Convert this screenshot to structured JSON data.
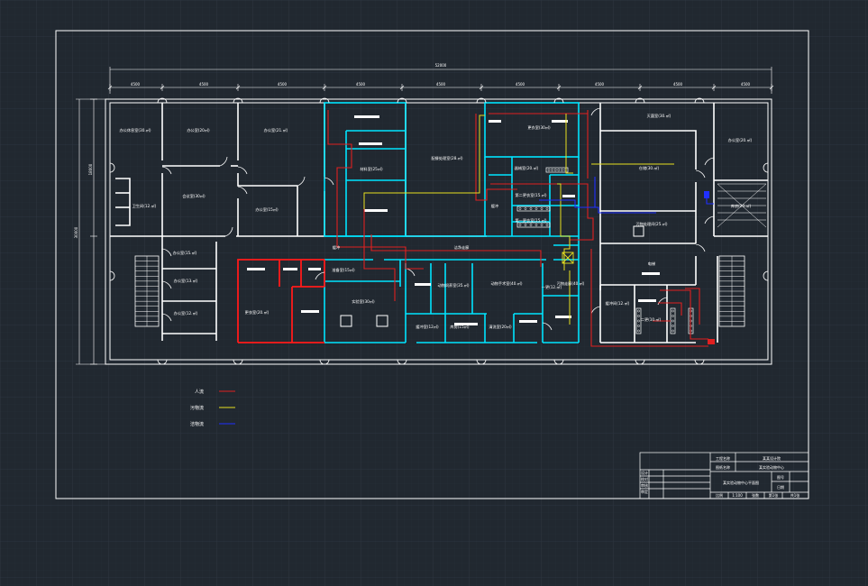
{
  "colors": {
    "background": "#212830",
    "grid": "#2c343e",
    "frame": "#ffffff",
    "wall_white": "#ffffff",
    "wall_cyan": "#00e5ff",
    "wall_red": "#ff1a1a",
    "route_red": "#e02020",
    "route_yellow": "#e8e020",
    "route_blue": "#2030ff"
  },
  "legend": {
    "items": [
      {
        "label": "人流",
        "color": "#e02020"
      },
      {
        "label": "污物流",
        "color": "#e8e020"
      },
      {
        "label": "洁物流",
        "color": "#2030ff"
      }
    ]
  },
  "plan": {
    "overall_dimension": "52000",
    "left_dimension": "30000",
    "left_sub_dimension": "18000",
    "dimensions_top": [
      "4500",
      "4500",
      "4500",
      "4500",
      "4500",
      "4500",
      "4500",
      "4500",
      "4500"
    ],
    "rooms": [
      {
        "id": "r1",
        "label": "办公休息室(30.㎡)"
      },
      {
        "id": "r2",
        "label": "办公室(20㎡)"
      },
      {
        "id": "r3",
        "label": "办公室(21.㎡)"
      },
      {
        "id": "r4",
        "label": "会议室(30㎡)"
      },
      {
        "id": "r5",
        "label": "卫生间(12.㎡)"
      },
      {
        "id": "r6",
        "label": "办公室(15㎡)"
      },
      {
        "id": "r7",
        "label": "配餐处理室(28.㎡)"
      },
      {
        "id": "r8",
        "label": "更衣室(30㎡)"
      },
      {
        "id": "r9",
        "label": "材料室(25㎡)"
      },
      {
        "id": "r10",
        "label": "器械室(20.㎡)"
      },
      {
        "id": "r11",
        "label": "办公室(15.㎡)"
      },
      {
        "id": "r12",
        "label": "办公室(13.㎡)"
      },
      {
        "id": "r13",
        "label": "办公室(12.㎡)"
      },
      {
        "id": "r14",
        "label": "第二更衣室(15.㎡)"
      },
      {
        "id": "r15",
        "label": "第一更衣室(15.㎡)"
      },
      {
        "id": "r16",
        "label": "缓冲"
      },
      {
        "id": "r17",
        "label": "洁净走廊"
      },
      {
        "id": "r18",
        "label": "缓冲"
      },
      {
        "id": "r19",
        "label": "准备室(15㎡)"
      },
      {
        "id": "r20",
        "label": "更衣室(20.㎡)"
      },
      {
        "id": "r21",
        "label": "实验室(30㎡)"
      },
      {
        "id": "r22",
        "label": "动物饲养室(35.㎡)"
      },
      {
        "id": "r23",
        "label": "动物手术室(40.㎡)"
      },
      {
        "id": "r24",
        "label": "缓冲室(12㎡)"
      },
      {
        "id": "r25",
        "label": "清洗室(20㎡)"
      },
      {
        "id": "r26",
        "label": "灭菌室(30.㎡)"
      },
      {
        "id": "r27",
        "label": "仓储(30.㎡)"
      },
      {
        "id": "r28",
        "label": "办公室(20.㎡)"
      },
      {
        "id": "r29",
        "label": "污物处理间(25.㎡)"
      },
      {
        "id": "r30",
        "label": "电梯"
      },
      {
        "id": "r31",
        "label": "库房(20.㎡)"
      },
      {
        "id": "r32",
        "label": "缓冲间(12.㎡)"
      },
      {
        "id": "r33",
        "label": "污物走廊(40.㎡)"
      },
      {
        "id": "r34",
        "label": "库房(15㎡)"
      },
      {
        "id": "r35",
        "label": "一更(12.㎡)"
      },
      {
        "id": "r36",
        "label": "二更(10.㎡)"
      }
    ]
  },
  "title_block": {
    "company": "某某设计院",
    "project_label": "工程名称",
    "project_value": "某实验动物中心",
    "drawing_label": "图纸名称",
    "drawing_value": "某实验动物中心平面图",
    "left_rows": [
      "设计",
      "校对",
      "审核",
      "审定"
    ],
    "right_rows": [
      "图号",
      "日期"
    ],
    "bottom_row": [
      "比例",
      "1:100",
      "张数",
      "第1张",
      "共1张"
    ]
  }
}
